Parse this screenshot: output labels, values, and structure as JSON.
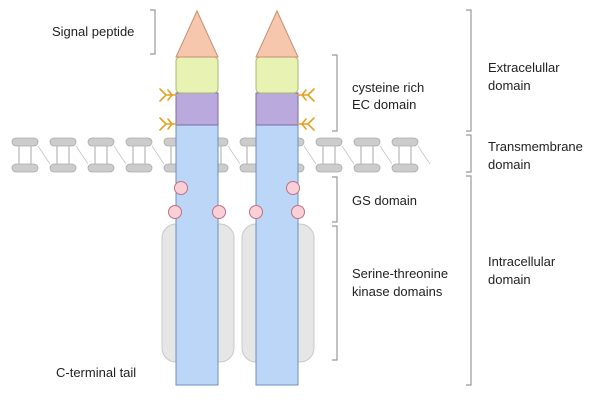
{
  "labels": {
    "signal_peptide": "Signal peptide",
    "cysteine_line1": "cysteine rich",
    "cysteine_line2": "EC domain",
    "gs_domain": "GS domain",
    "kinase_line1": "Serine-threonine",
    "kinase_line2": "kinase domains",
    "c_terminal": "C-terminal tail",
    "extracellular_line1": "Extracelullar",
    "extracellular_line2": "domain",
    "transmembrane_line1": "Transmembrane",
    "transmembrane_line2": "domain",
    "intracellular_line1": "Intracellular",
    "intracellular_line2": "domain"
  },
  "colors": {
    "signal_peptide": "#f6c7ac",
    "ec_region": "#e8f2b2",
    "cysteine_region": "#b9a9dd",
    "receptor_body": "#bcd6f7",
    "kinase_domain": "#e6e6e6",
    "phospho_site": "#f9cfd8",
    "glycan": "#e8a020",
    "membrane": "#cccccc",
    "bracket": "#999999"
  }
}
